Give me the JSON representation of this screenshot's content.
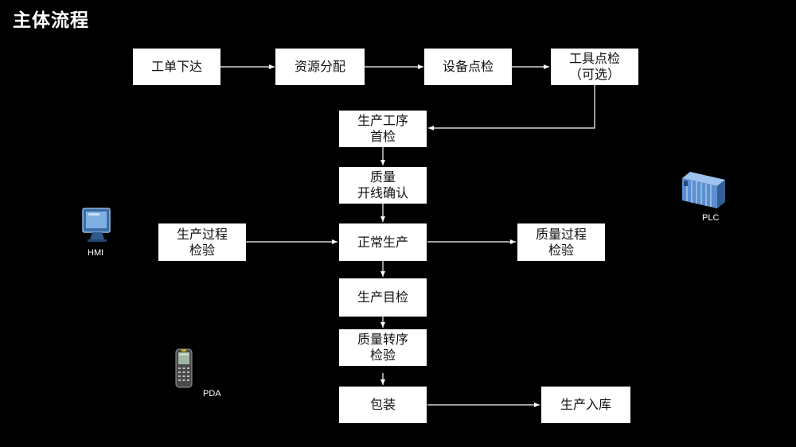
{
  "title": "主体流程",
  "steps": {
    "work_order": "工单下达",
    "resource": "资源分配",
    "equipment_check": "设备点检",
    "tool_check": "工具点检\n（可选）",
    "first_inspect": "生产工序\n首检",
    "quality_confirm": "质量\n开线确认",
    "process_inspect": "生产过程\n检验",
    "normal_production": "正常生产",
    "quality_process": "质量过程\n检验",
    "self_inspect": "生产目检",
    "transfer_inspect": "质量转序\n检验",
    "packaging": "包装",
    "warehouse": "生产入库"
  },
  "devices": {
    "hmi": "HMI",
    "plc": "PLC",
    "pda": "PDA"
  },
  "colors": {
    "background": "#000000",
    "box": "#ffffff",
    "line": "#ffffff",
    "plc": "#5a8fd0"
  }
}
